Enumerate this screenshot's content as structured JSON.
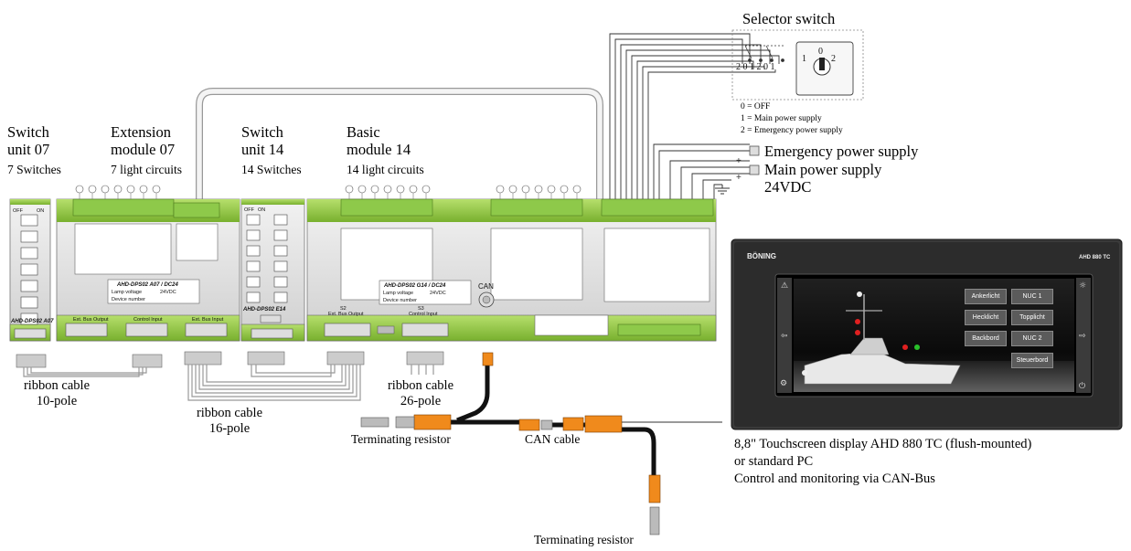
{
  "labels": {
    "switch_unit_07": [
      "Switch",
      "unit 07",
      "7 Switches"
    ],
    "extension_module_07": [
      "Extension",
      "module 07",
      "7 light circuits"
    ],
    "switch_unit_14": [
      "Switch",
      "unit 14",
      "14 Switches"
    ],
    "basic_module_14": [
      "Basic",
      "module 14",
      "14 light circuits"
    ],
    "selector_switch_title": "Selector switch",
    "selector_legend": [
      "0 = OFF",
      "1 = Main power supply",
      "2 = Emergency power supply"
    ],
    "emergency_power": "Emergency power supply",
    "main_power": "Main power supply",
    "voltage": "24VDC",
    "ribbon_10": [
      "ribbon cable",
      "10-pole"
    ],
    "ribbon_16": [
      "ribbon cable",
      "16-pole"
    ],
    "ribbon_26": [
      "ribbon cable",
      "26-pole"
    ],
    "terminating_resistor_1": "Terminating resistor",
    "terminating_resistor_2": "Terminating resistor",
    "can_cable": "CAN cable",
    "display_caption": [
      "8,8\" Touchscreen display AHD 880 TC (flush-mounted)",
      "or standard PC",
      "Control and monitoring via CAN-Bus"
    ]
  },
  "display": {
    "brand": "BÖNING",
    "model": "AHD 880 TC",
    "buttons": [
      "Ankerlicht",
      "NUC 1",
      "Hecklicht",
      "Topplicht",
      "Backbord",
      "NUC 2",
      "Steuerbord"
    ]
  },
  "modules": {
    "switch07_name": "AHD-DPS02 A07",
    "ext07_name": "AHD-DPS02 A07 / DC24",
    "switch14_name": "AHD-DPS02 E14",
    "basic14_name": "AHD-DPS02 G14 / DC24",
    "lamp_voltage": "Lamp voltage",
    "voltage_value": "24VDC",
    "device_number": "Device number",
    "off": "OFF",
    "on": "ON",
    "can": "CAN",
    "ext_bus_output": "Ext. Bus Output",
    "control_input": "Control Input",
    "ext_bus_input": "Ext. Bus Input",
    "s2": "S2",
    "s2_label": "Ext. Bus Output",
    "s3": "S3",
    "s3_label": "Control Input"
  },
  "selector_positions": [
    "1",
    "0",
    "2"
  ]
}
